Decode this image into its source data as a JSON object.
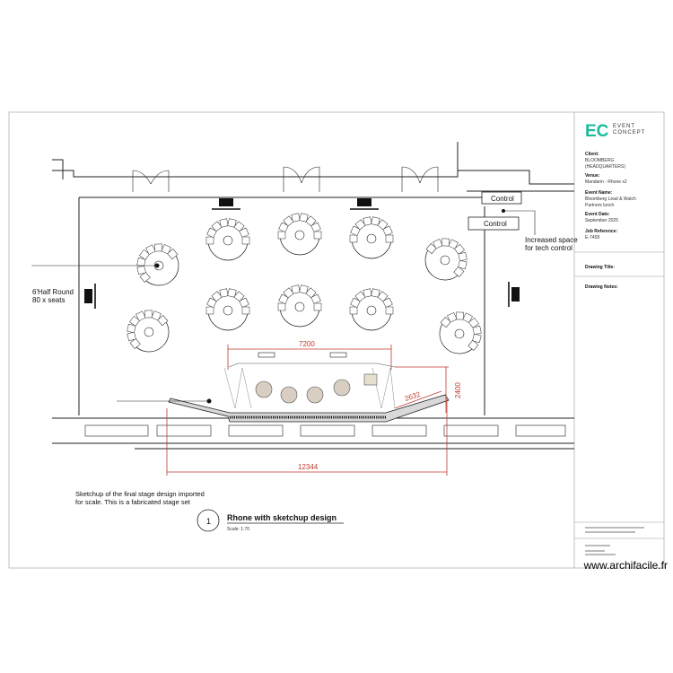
{
  "brand": {
    "logo_letters": "EC",
    "logo_line1": "EVENT",
    "logo_line2": "CONCEPT",
    "color": "#1abc9c"
  },
  "title_block": {
    "client_label": "Client:",
    "client_line1": "BLOOMBERG",
    "client_line2": "(HEADQUARTERS)",
    "venue_label": "Venue:",
    "venue_value": "Mandarin - Rhone x2",
    "event_name_label": "Event Name:",
    "event_name_line1": "Bloomberg Lead & Watch",
    "event_name_line2": "Partners lunch",
    "event_date_label": "Event Date:",
    "event_date_value": "September 2025",
    "job_ref_label": "Job Reference:",
    "job_ref_value": "E-7458",
    "drawing_title_label": "Drawing Title:",
    "drawing_notes_label": "Drawing Notes:"
  },
  "plan": {
    "control_1": "Control",
    "control_2": "Control",
    "note_tech_line1": "Increased space",
    "note_tech_line2": "for tech control",
    "note_tables_line1": "6'Half Round",
    "note_tables_line2": "80 x seats",
    "dim_width": "7200",
    "dim_depth": "2400",
    "dim_diag": "2632",
    "dim_overall": "12344",
    "sketch_note_line1": "Sketchup of the final stage design imported",
    "sketch_note_line2": "for scale. This is a fabricated stage set"
  },
  "drawing_label": {
    "number": "1",
    "title": "Rhone with sketchup design",
    "scale": "Scale: 1:70"
  },
  "watermark": "www.archifacile.fr",
  "colors": {
    "dimension": "#c0392b",
    "line": "#222222"
  }
}
